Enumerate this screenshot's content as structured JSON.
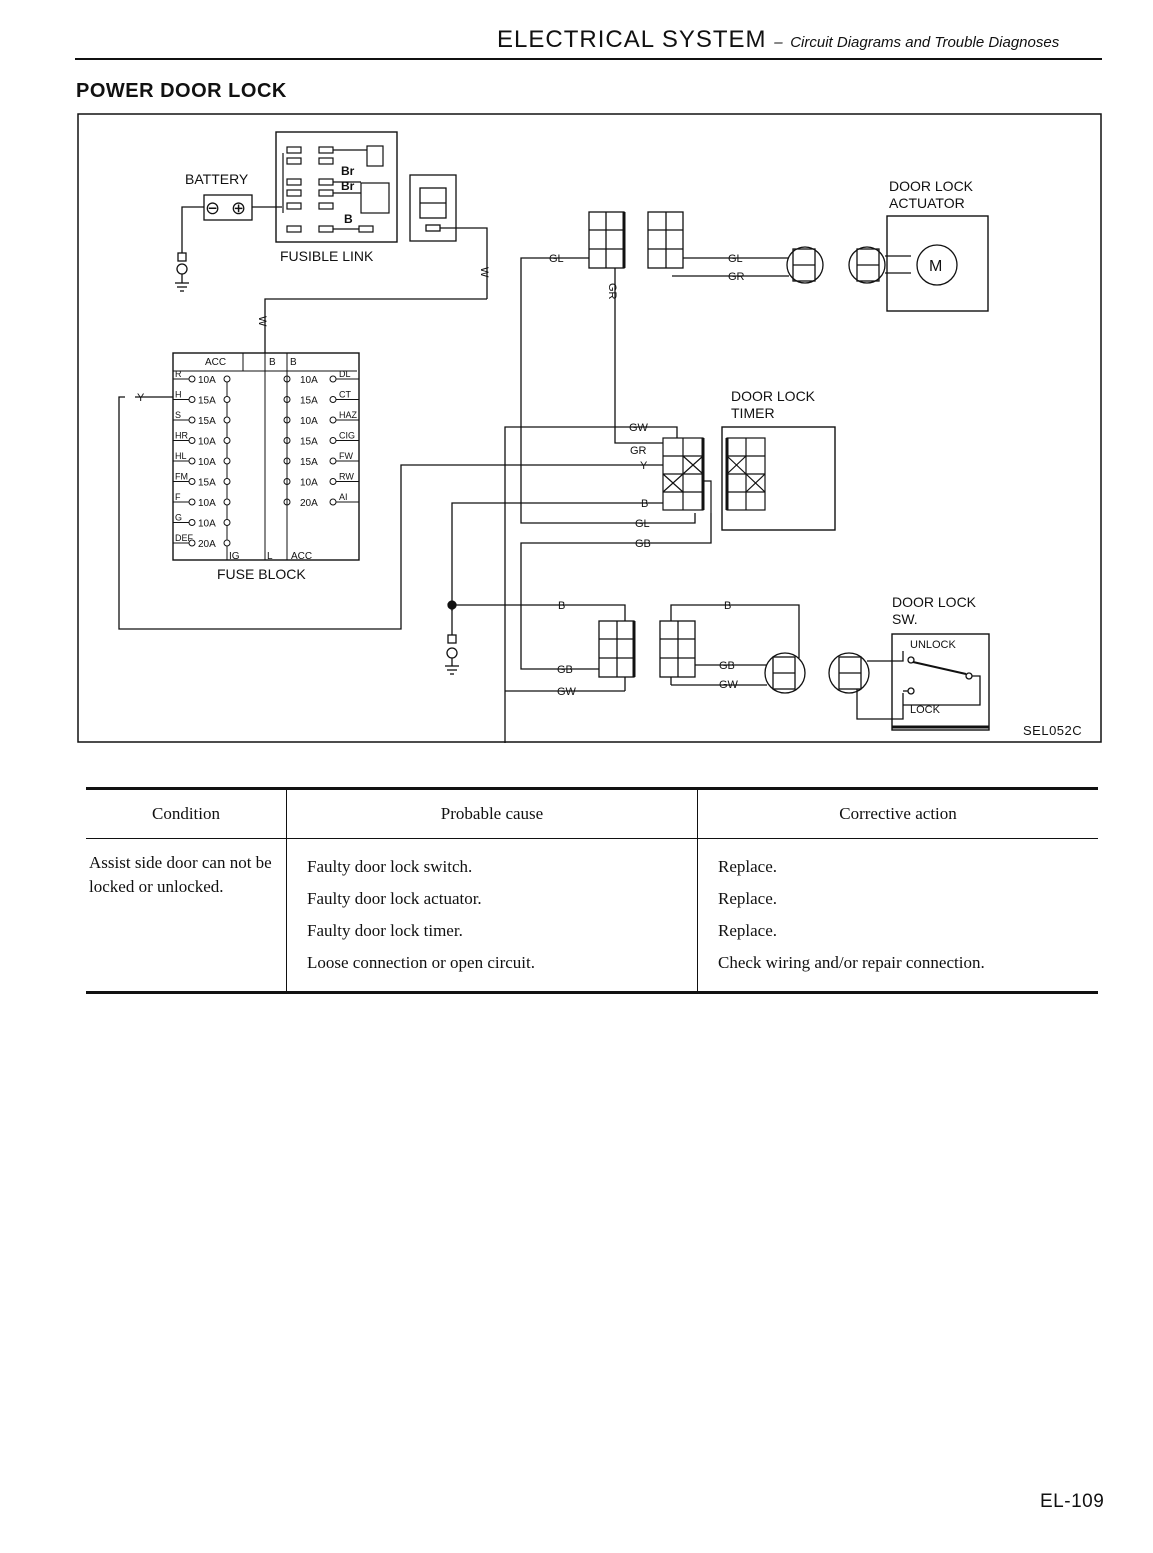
{
  "header": {
    "title": "ELECTRICAL SYSTEM",
    "separator": "–",
    "subtitle": "Circuit Diagrams and Trouble Diagnoses"
  },
  "section_title": "POWER DOOR LOCK",
  "diagram": {
    "battery_label": "BATTERY",
    "battery_minus": "⊖",
    "battery_plus": "⊕",
    "fusible_link_label": "FUSIBLE LINK",
    "fuse_block_label": "FUSE BLOCK",
    "actuator_label_1": "DOOR LOCK",
    "actuator_label_2": "ACTUATOR",
    "timer_label_1": "DOOR LOCK",
    "timer_label_2": "TIMER",
    "switch_label_1": "DOOR LOCK",
    "switch_label_2": "SW.",
    "unlock_label": "UNLOCK",
    "lock_label": "LOCK",
    "motor_label": "M",
    "figure_code": "SEL052C",
    "fuse_left": [
      {
        "name": "R",
        "rating": "10A"
      },
      {
        "name": "H",
        "rating": "15A"
      },
      {
        "name": "S",
        "rating": "15A"
      },
      {
        "name": "HR",
        "rating": "10A"
      },
      {
        "name": "HL",
        "rating": "10A"
      },
      {
        "name": "FM",
        "rating": "15A"
      },
      {
        "name": "F",
        "rating": "10A"
      },
      {
        "name": "G",
        "rating": "10A"
      },
      {
        "name": "DEF",
        "rating": "20A"
      }
    ],
    "fuse_right": [
      {
        "name": "DL",
        "rating": "10A"
      },
      {
        "name": "CT",
        "rating": "15A"
      },
      {
        "name": "HAZ",
        "rating": "10A"
      },
      {
        "name": "CIG",
        "rating": "15A"
      },
      {
        "name": "FW",
        "rating": "15A"
      },
      {
        "name": "RW",
        "rating": "10A"
      },
      {
        "name": "AI",
        "rating": "20A"
      }
    ],
    "fuse_top_acc": "ACC",
    "fuse_top_b1": "B",
    "fuse_top_b2": "B",
    "fuse_bottom_ig": "IG",
    "fuse_bottom_l": "L",
    "fuse_bottom_acc": "ACC",
    "fusible_wires": [
      "Br",
      "Br",
      "B"
    ],
    "wire_labels": {
      "w_main": "W",
      "w_fuse": "W",
      "y_left": "Y",
      "gl_top": "GL",
      "gr_vertical": "GR",
      "gl_actuator": "GL",
      "gr_actuator": "GR",
      "gw_timer": "GW",
      "gr_timer": "GR",
      "y_timer": "Y",
      "b_timer": "B",
      "gl_timer": "GL",
      "gb_timer": "GB",
      "b_switch_left": "B",
      "b_switch_right": "B",
      "gb_switch_left": "GB",
      "gw_switch_left": "GW",
      "gb_switch_right": "GB",
      "gw_switch_right": "GW"
    }
  },
  "table": {
    "headers": [
      "Condition",
      "Probable cause",
      "Corrective action"
    ],
    "condition": "Assist side door can not be locked or unlocked.",
    "causes": [
      "Faulty door lock switch.",
      "Faulty door lock actuator.",
      "Faulty door lock timer.",
      "Loose connection or open circuit."
    ],
    "actions": [
      "Replace.",
      "Replace.",
      "Replace.",
      "Check wiring and/or repair connection."
    ]
  },
  "page_number": "EL-109"
}
